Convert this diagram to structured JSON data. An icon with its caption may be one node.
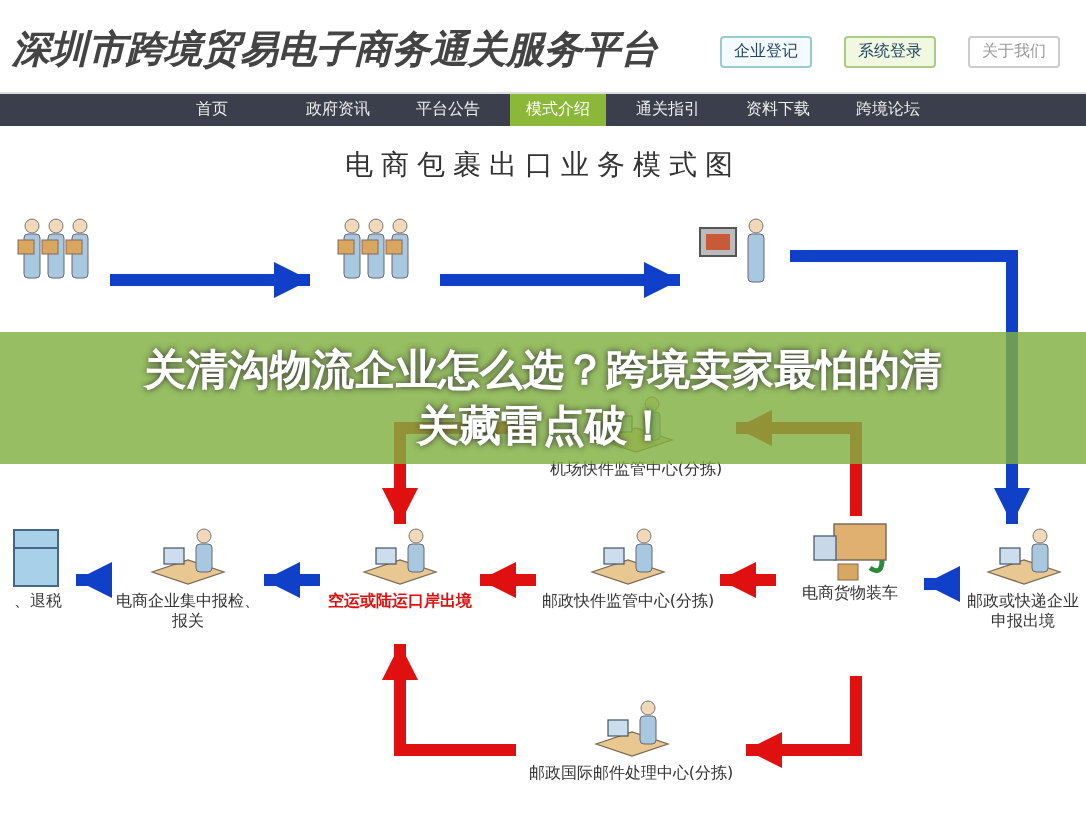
{
  "diagram": {
    "title": "电商包裹出口业务模式图",
    "caption": "关清沟物流企业怎么选？跨境卖家最怕的清关藏雷点破！",
    "nodes": [
      {
        "text": [],
        "shape": "picture"
      },
      {
        "text": [],
        "shape": "picture"
      },
      {
        "text": [],
        "shape": "picture"
      },
      {
        "text": [
          "机场快件监管中心(分拣)"
        ]
      },
      {
        "text": [
          "、退税"
        ]
      },
      {
        "text": [
          "电商企业集中报检、报关"
        ]
      },
      {
        "text": [
          "空运或陆运口岸出境"
        ]
      },
      {
        "text": [
          "邮政快件监管中心(分拣)"
        ]
      },
      {
        "text": [
          "电商货物装车"
        ]
      },
      {
        "text": [
          "邮政或快递企业申报出境"
        ]
      },
      {
        "text": [
          "邮政国际邮件处理中心(分拣)"
        ]
      }
    ],
    "edges": [
      {
        "from": 0,
        "to": 1,
        "arrow": "to",
        "color": "#1040c8"
      },
      {
        "from": 1,
        "to": 2,
        "arrow": "to",
        "color": "#1040c8"
      },
      {
        "from": 2,
        "to": 9,
        "arrow": "to",
        "color": "#1040c8"
      },
      {
        "from": 9,
        "to": 8,
        "arrow": "to",
        "color": "#1040c8"
      },
      {
        "from": 8,
        "to": 7,
        "arrow": "to",
        "color": "#e01010"
      },
      {
        "from": 7,
        "to": 6,
        "arrow": "to",
        "color": "#e01010"
      },
      {
        "from": 6,
        "to": 5,
        "arrow": "to",
        "color": "#1040c8"
      },
      {
        "from": 5,
        "to": 4,
        "arrow": "to",
        "color": "#1040c8"
      },
      {
        "from": 8,
        "to": 3,
        "arrow": "to",
        "color": "#e01010"
      },
      {
        "from": 3,
        "to": 6,
        "arrow": "to",
        "color": "#e01010"
      },
      {
        "from": 8,
        "to": 10,
        "arrow": "to",
        "color": "#e01010"
      },
      {
        "from": 10,
        "to": 6,
        "arrow": "to",
        "color": "#e01010"
      }
    ],
    "labels": [
      "深圳市跨境贸易电子商务通关服务平台",
      "企业登记",
      "系统登录",
      "关于我们",
      "首页",
      "政府资讯",
      "平台公告",
      "模式介绍",
      "通关指引",
      "资料下载",
      "跨境论坛"
    ]
  }
}
